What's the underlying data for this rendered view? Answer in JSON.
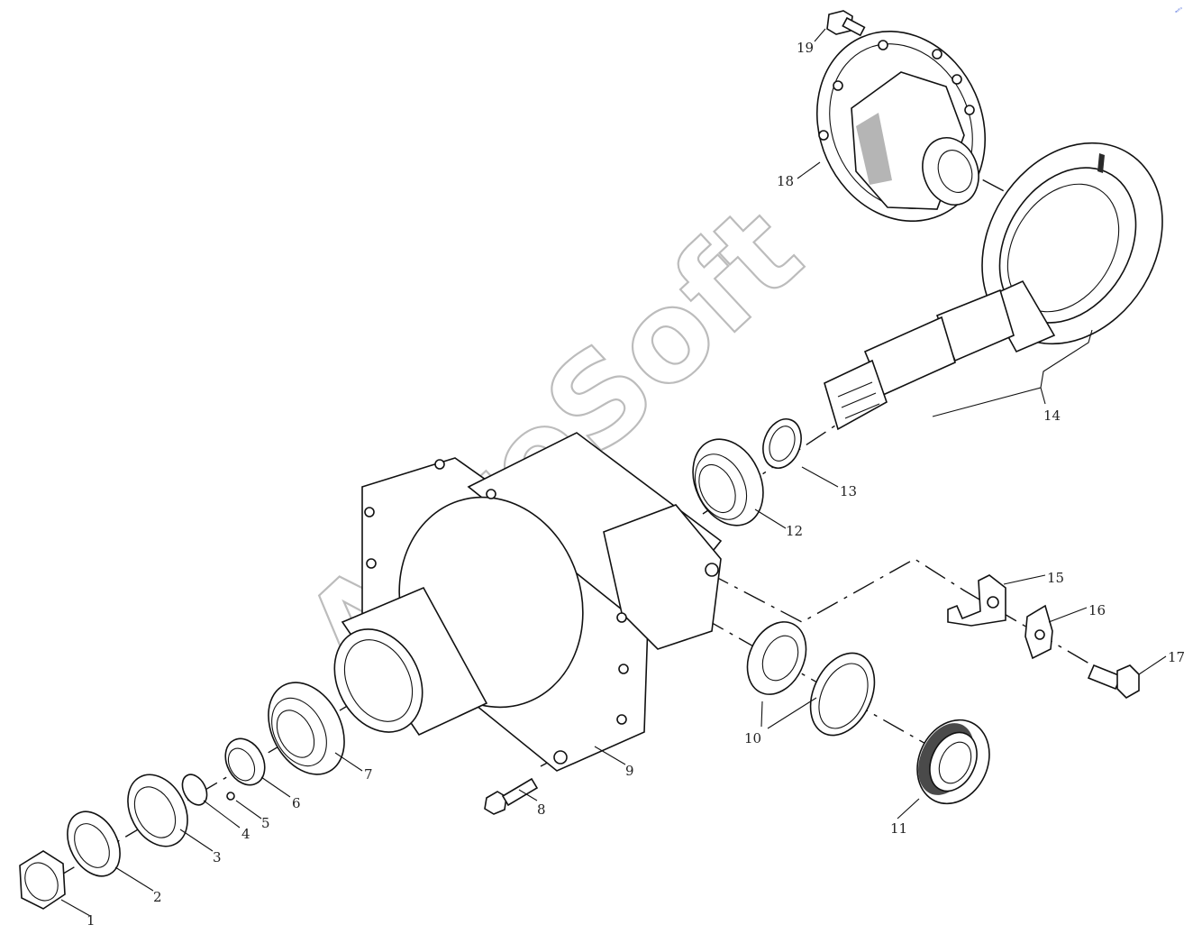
{
  "diagram": {
    "type": "exploded-parts-view",
    "watermark": "AutoSoft",
    "corner_mark": "ᵃᵘᵗᵒ",
    "callouts": [
      "1",
      "2",
      "3",
      "4",
      "5",
      "6",
      "7",
      "8",
      "9",
      "10",
      "11",
      "12",
      "13",
      "14",
      "15",
      "16",
      "17",
      "18",
      "19"
    ]
  }
}
